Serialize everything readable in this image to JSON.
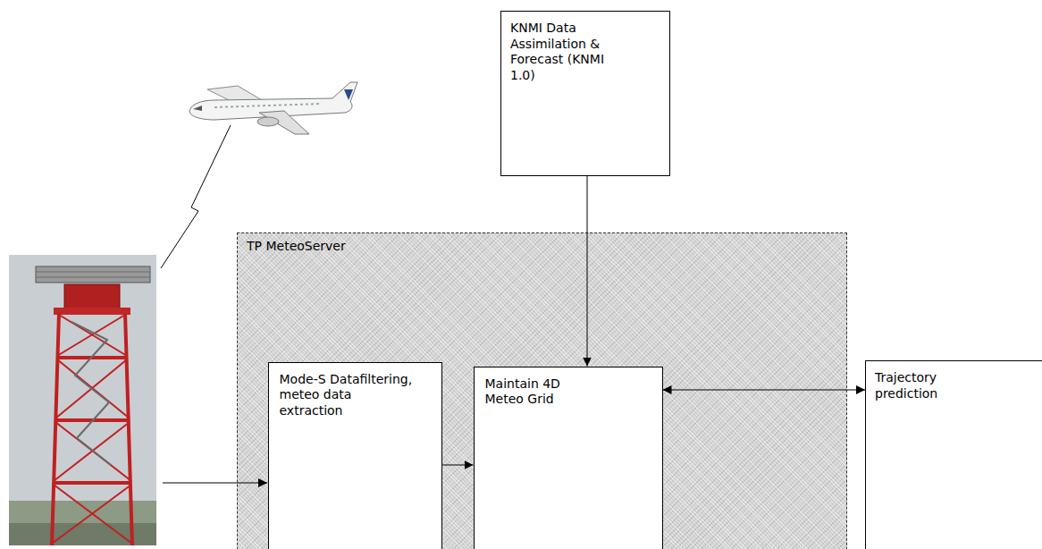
{
  "diagram": {
    "nodes": [
      {
        "text": [
          "KNMI Data Assimilation & Forecast (KNMI 1.0)"
        ]
      },
      {
        "text": [
          "TP MeteoServer"
        ]
      },
      {
        "text": [
          "Mode-S Datafiltering, meteo data extraction"
        ],
        "in": 1
      },
      {
        "text": [
          "Maintain 4D Meteo Grid"
        ],
        "in": 1
      },
      {
        "text": [
          "Trajectory prediction"
        ]
      }
    ],
    "edges": [
      {
        "from": 0,
        "to": 3,
        "arrow": "to"
      },
      {
        "from": 2,
        "to": 3,
        "arrow": "to"
      },
      {
        "from": 3,
        "to": 4,
        "arrow": "both"
      }
    ]
  }
}
